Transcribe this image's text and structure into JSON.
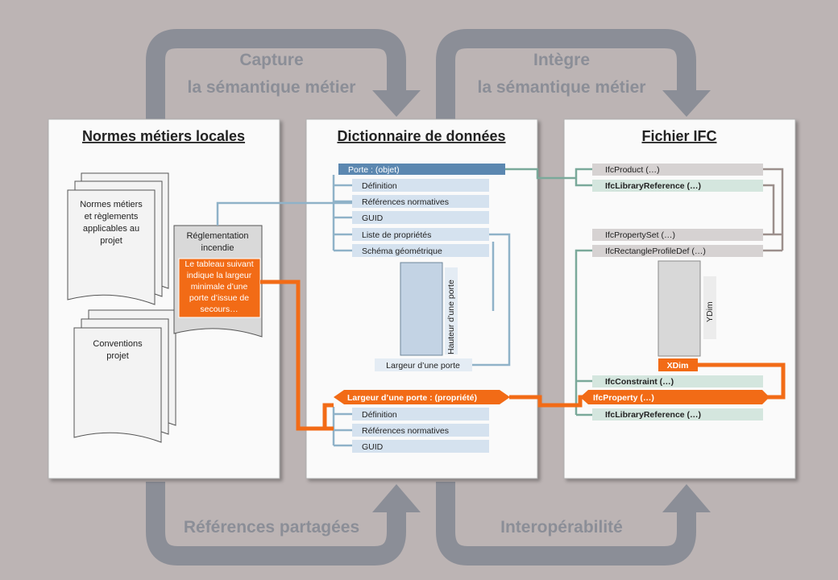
{
  "flow_labels": {
    "capture": [
      "Capture",
      "la sémantique métier"
    ],
    "integre": [
      "Intègre",
      "la sémantique métier"
    ],
    "references": "Références partagées",
    "interop": "Interopérabilité"
  },
  "panels": {
    "normes": {
      "title": "Normes métiers locales",
      "doc_stack_1": [
        "Normes métiers",
        "et règlements",
        "applicables au",
        "projet"
      ],
      "doc_stack_2": [
        "Conventions",
        "projet"
      ],
      "reglementation": [
        "Réglementation",
        "incendie"
      ],
      "highlight": [
        "Le tableau suivant",
        "indique la largeur",
        "minimale d’une",
        "porte d’issue de",
        "secours…"
      ]
    },
    "dictionnaire": {
      "title": "Dictionnaire de données",
      "object_header": "Porte : (objet)",
      "object_items": [
        "Définition",
        "Références normatives",
        "GUID",
        "Liste de propriétés",
        "Schéma géométrique"
      ],
      "door_height": "Hauteur d’une porte",
      "door_width": "Largeur d’une porte",
      "property_header": "Largeur d’une porte : (propriété)",
      "property_items": [
        "Définition",
        "Références normatives",
        "GUID"
      ]
    },
    "ifc": {
      "title": "Fichier IFC",
      "product": "IfcProduct (…)",
      "library_ref_1": "IfcLibraryReference (…)",
      "property_set": "IfcPropertySet (…)",
      "profile_def": "IfcRectangleProfileDef (…)",
      "ydim": "YDim",
      "xdim": "XDim",
      "constraint": "IfcConstraint (…)",
      "property": "IfcProperty (…)",
      "library_ref_2": "IfcLibraryReference (…)"
    }
  },
  "colors": {
    "background": "#bcb4b4",
    "arrow_gray": "#8b8e97",
    "orange": "#f26b16",
    "blue_header": "#5b87b0",
    "light_blue": "#d5e2ef",
    "light_green": "#d4e6de",
    "light_gray": "#d6d2d2",
    "connector_blue": "#8fb2c8",
    "connector_green": "#7aa99a"
  }
}
